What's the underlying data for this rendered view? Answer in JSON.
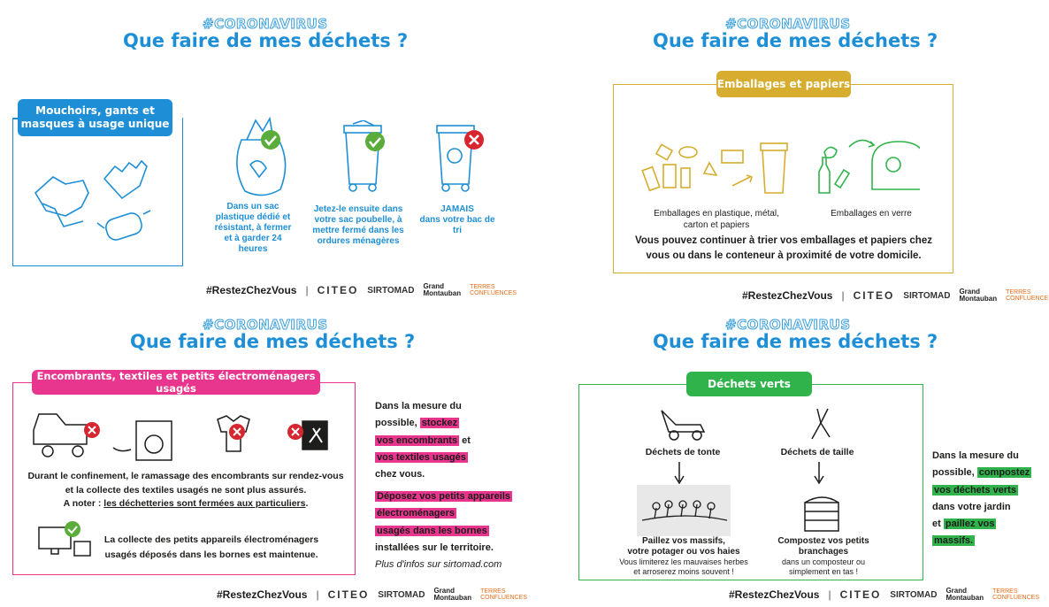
{
  "common": {
    "hashtag": "#CORONAVIRUS",
    "title": "Que faire de mes déchets ?",
    "footer_tag": "#RestezChezVous",
    "footer_sep": "|",
    "citeo": "CITEO",
    "sirtomad": "SIRTOMAD",
    "gm_line1": "Grand",
    "gm_line2": "Montauban",
    "tdc_line1": "TERRES",
    "tdc_line2": "CONFLUENCES"
  },
  "colors": {
    "blue": "#1e8fd6",
    "yellow": "#d6ad2f",
    "pink": "#e8368f",
    "green": "#2fb34a",
    "red": "#d7262f",
    "check": "#5aad3a"
  },
  "panel1": {
    "pill": "Mouchoirs, gants et masques à usage unique",
    "step1": "Dans un sac plastique dédié et résistant, à fermer et à garder 24 heures",
    "step2": "Jetez-le ensuite dans votre sac poubelle, à mettre fermé dans les ordures ménagères",
    "step3_a": "JAMAIS",
    "step3_b": "dans votre bac de tri"
  },
  "panel2": {
    "pill": "Emballages et papiers",
    "cap1": "Emballages en plastique, métal, carton et papiers",
    "cap2": "Emballages en verre",
    "body": "Vous pouvez continuer à trier vos emballages et papiers chez vous ou dans le conteneur à proximité de votre domicile."
  },
  "panel3": {
    "pill": "Encombrants, textiles et petits électroménagers usagés",
    "body1": "Durant le confinement, le ramassage des encombrants sur rendez-vous et la collecte des textiles usagés ne sont plus assurés.",
    "body2_a": "A noter : ",
    "body2_b": "les déchetteries sont fermées aux particuliers",
    "body2_c": ".",
    "body3": "La collecte des petits appareils électroménagers usagés déposés dans les bornes est maintenue.",
    "side1_a": "Dans la mesure du",
    "side1_b": "possible, ",
    "side1_c": "stockez",
    "side1_d": "vos encombrants",
    "side1_e": " et",
    "side1_f": "vos textiles usagés",
    "side1_g": "chez vous.",
    "side2_a": "Déposez vos petits appareils",
    "side2_b": "électroménagers",
    "side2_c": "usagés dans les bornes",
    "side2_d": "installées sur le territoire.",
    "side2_e": "Plus d'infos sur sirtomad.com"
  },
  "panel4": {
    "pill": "Déchets verts",
    "lbl1": "Déchets de tonte",
    "lbl2": "Déchets de taille",
    "cap1_a": "Paillez vos massifs,",
    "cap1_b": "votre potager ou vos haies",
    "cap1_c": "Vous limiterez les mauvaises herbes et arroserez moins souvent !",
    "cap2_a": "Compostez vos petits",
    "cap2_b": "branchages",
    "cap2_c": "dans un composteur ou simplement en tas !",
    "side_a": "Dans la mesure du",
    "side_b": "possible, ",
    "side_c": "compostez",
    "side_d": "vos déchets verts",
    "side_e": "dans votre jardin",
    "side_f": "et ",
    "side_g": "paillez vos",
    "side_h": "massifs."
  }
}
